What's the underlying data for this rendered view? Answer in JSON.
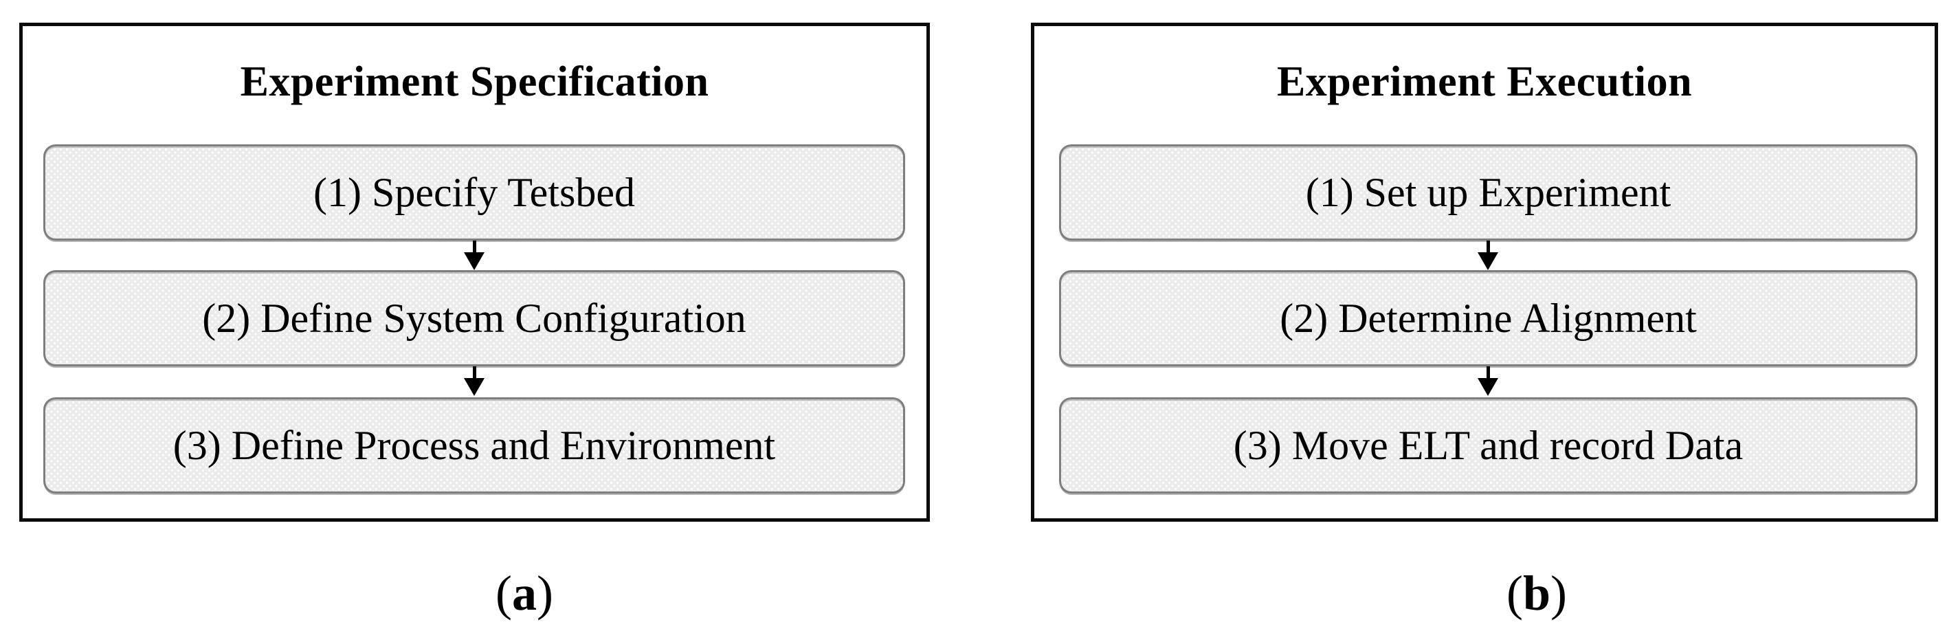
{
  "panels": [
    {
      "title": "Experiment Specification",
      "steps": [
        "(1) Specify Tetsbed",
        "(2) Define System Configuration",
        "(3) Define Process and Environment"
      ],
      "caption_open": "(",
      "caption_letter": "a",
      "caption_close": ")"
    },
    {
      "title": "Experiment Execution",
      "steps": [
        "(1) Set up Experiment",
        "(2) Determine Alignment",
        "(3) Move ELT and record Data"
      ],
      "caption_open": "(",
      "caption_letter": "b",
      "caption_close": ")"
    }
  ],
  "colors": {
    "page-bg": "#ffffff",
    "frame": "#0a0a0a",
    "box-border": "#7e7e7e",
    "box-fill": "#ebebeb",
    "ink": "#000000"
  }
}
